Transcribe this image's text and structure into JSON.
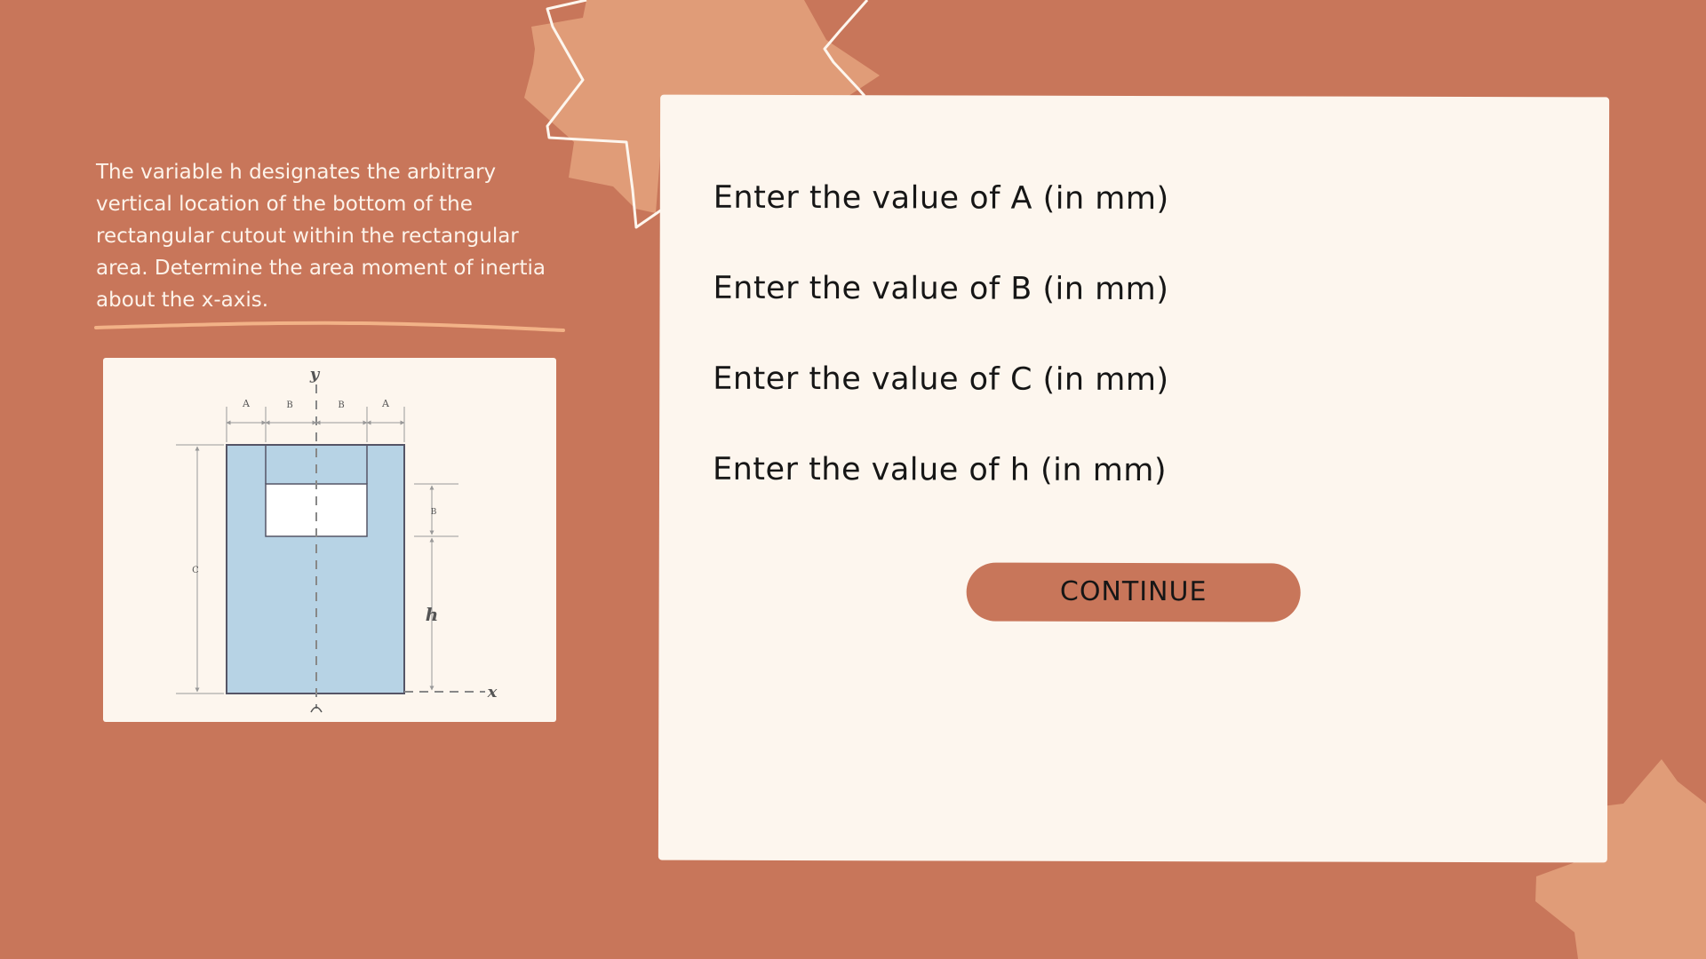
{
  "problem": {
    "text": "The variable h designates the arbitrary vertical location of the bottom of the rectangular cutout within the rectangular area. Determine the area moment of inertia about the x-axis."
  },
  "figure": {
    "axis_y_label": "y",
    "axis_x_label": "x",
    "dim_labels": {
      "a_left": "A",
      "b_left": "B",
      "b_right": "B",
      "a_right": "A",
      "c": "C",
      "b_vertical": "B",
      "h": "h"
    },
    "colors": {
      "area_fill": "#b7d3e5",
      "cutout_fill": "#ffffff"
    }
  },
  "form": {
    "prompts": [
      {
        "label": "Enter the value of A (in mm)"
      },
      {
        "label": "Enter the value of B (in mm)"
      },
      {
        "label": "Enter the value of C (in mm)"
      },
      {
        "label": "Enter the value of h (in mm)"
      }
    ],
    "continue_label": "CONTINUE"
  },
  "theme": {
    "background": "#c8765a",
    "card": "#fdf6ee",
    "accent_shape": "#e09c78",
    "underline": "#f2b287"
  }
}
